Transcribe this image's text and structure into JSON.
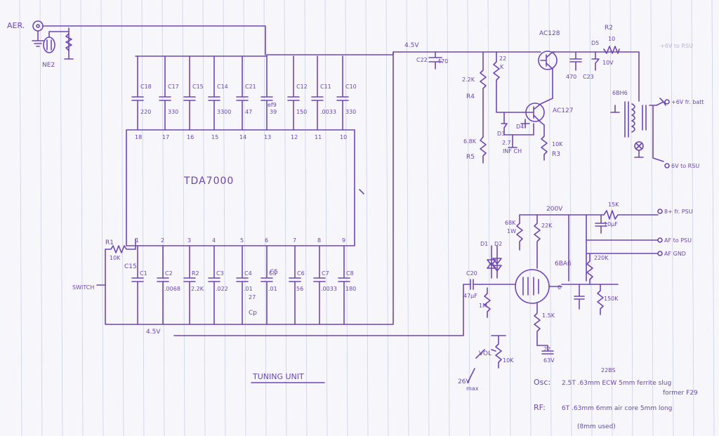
{
  "diagram": {
    "ic": {
      "name": "TDA7000"
    },
    "ic_pins_top": [
      "18",
      "17",
      "16",
      "15",
      "14",
      "13",
      "12",
      "11",
      "10"
    ],
    "ic_pins_bottom": [
      "1",
      "2",
      "3",
      "4",
      "5",
      "6",
      "7",
      "8",
      "9"
    ],
    "caps_top": [
      {
        "ref": "C18",
        "val": "220"
      },
      {
        "ref": "C17",
        "val": "330"
      },
      {
        "ref": "C15",
        "val": ""
      },
      {
        "ref": "C14",
        "val": "3300"
      },
      {
        "ref": "C21",
        "val": "47"
      },
      {
        "ref": "",
        "val": "39"
      },
      {
        "ref": "C12",
        "val": "150"
      },
      {
        "ref": "C11",
        "val": ".0033"
      },
      {
        "ref": "C10",
        "val": "330"
      }
    ],
    "top_extra": {
      "ef9": "ef9"
    },
    "bottom_parts": [
      {
        "ref": "C1",
        "val": ""
      },
      {
        "ref": "C2",
        "val": ".0068"
      },
      {
        "ref": "R2",
        "val": "2.2K"
      },
      {
        "ref": "C3",
        "val": ".022"
      },
      {
        "ref": "C4",
        "val": ".01"
      },
      {
        "ref": "C5",
        "val": ".01"
      },
      {
        "ref": "C6",
        "val": "56"
      },
      {
        "ref": "C7",
        "val": ".0033"
      },
      {
        "ref": "C8",
        "val": "180"
      }
    ],
    "bottom_extra": {
      "cs": "C5",
      "cp": "Cp",
      "cp_val": "27",
      "c15": "C15"
    },
    "r1": {
      "ref": "R1",
      "val": "10K"
    },
    "labels": {
      "aer": "AER.",
      "ne2": "NE2",
      "switch": "SWITCH",
      "rail_top": "4.5V",
      "rail_bottom": "4.5V",
      "tuning": "TUNING UNIT",
      "hv": "200V",
      "vol": "VOL",
      "volts26": "26V",
      "max": "max"
    },
    "transistors": [
      {
        "ref": "AC128"
      },
      {
        "ref": "AC127"
      }
    ],
    "osc_parts": {
      "c22": "C22",
      "c22v": "470",
      "r22k": "22",
      "r22kb": "K",
      "r4": "2.2K",
      "r4ref": "R4",
      "r5": "6.8K",
      "r5ref": "R5",
      "d3": "D3",
      "d4": "D4",
      "choke": "2.7",
      "choke2": "INF CH",
      "r3": "10K",
      "r3ref": "R3",
      "c23": "C23",
      "c23v": "470",
      "d5": "D5",
      "c24v": "10V",
      "r2": "R2",
      "r2v": "10",
      "out_text": "+6V to RSU",
      "lamp": "6BH6"
    },
    "outputs": [
      {
        "text": "+6V fr. batt"
      },
      {
        "text": "6V to RSU"
      },
      {
        "text": "8+ fr. PSU"
      },
      {
        "text": "AF to PSU"
      },
      {
        "text": "AF GND"
      }
    ],
    "tube_parts": {
      "tube": "6BA6",
      "r68k": "68K",
      "r68kb": "1W",
      "r22k": "22K",
      "r15k": "15K",
      "c10uf": "10μF",
      "r220k": "220K",
      "r150k": "150K",
      "r15kc": "1.5K",
      "d1": "D1",
      "d2": "D2",
      "c20": "C20",
      "c20v": "47μF",
      "r1m": "1M",
      "c22uf": "22",
      "c22ufv": "63V",
      "vol10k": "10K",
      "pin6": "6"
    },
    "coil_notes": {
      "osc_prefix": "Osc:",
      "osc_text": "2.5T .63mm ECW 5mm ferrite slug",
      "osc_over": "22BS",
      "osc_former": "former F29",
      "rf_prefix": "RF:",
      "rf_text": "6T .63mm 6mm air core 5mm long",
      "rf_used": "(8mm used)"
    }
  }
}
